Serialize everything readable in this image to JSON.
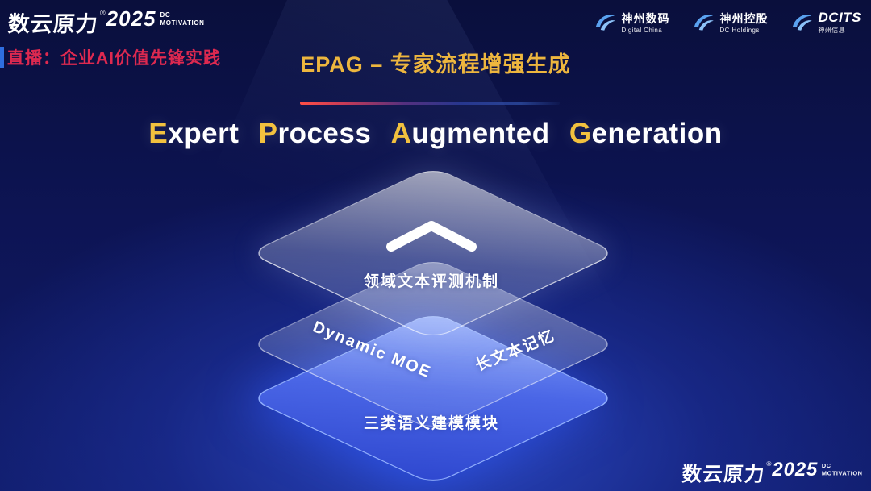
{
  "brand": {
    "name": "数云原力",
    "reg": "®",
    "year": "2025",
    "tag_line1": "DC",
    "tag_line2": "MOTIVATION"
  },
  "header": {
    "live_label": "直播：企业AI价值先锋实践",
    "slide_title": "EPAG – 专家流程增强生成",
    "logos": [
      {
        "name": "神州数码",
        "sub": "Digital China",
        "icon": "dc-swoosh-icon"
      },
      {
        "name": "神州控股",
        "sub": "DC Holdings",
        "icon": "dc-swoosh-icon"
      },
      {
        "name": "DCITS",
        "sub": "神州信息",
        "icon": "dc-swoosh-icon"
      }
    ]
  },
  "main": {
    "title_words": [
      {
        "cap": "E",
        "rest": "xpert"
      },
      {
        "cap": "P",
        "rest": "rocess"
      },
      {
        "cap": "A",
        "rest": "ugmented"
      },
      {
        "cap": "G",
        "rest": "eneration"
      }
    ],
    "diagram": {
      "top_layer_label": "领域文本评测机制",
      "middle_left_label": "Dynamic MOE",
      "middle_right_label": "长文本记忆",
      "bottom_layer_label": "三类语义建模模块"
    }
  },
  "colors": {
    "accent_gold": "#edb63e",
    "live_red": "#de2950",
    "layer_blue": "#3550d8",
    "background_navy": "#0d1454"
  }
}
